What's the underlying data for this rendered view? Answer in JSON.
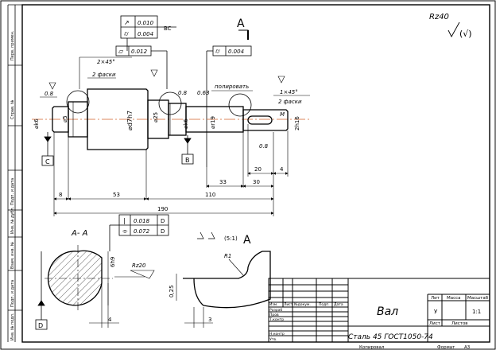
{
  "surface_finish": {
    "roughness": "Rz40",
    "bracket": "(√)"
  },
  "section_mark": {
    "letter": "A"
  },
  "tolerance_blocks": {
    "top": [
      {
        "symbol": "↗",
        "value": "0.010",
        "datum": "BC"
      },
      {
        "symbol": "⌭",
        "value": "0.004",
        "datum": ""
      }
    ],
    "flat": {
      "symbol": "▱",
      "value": "0.012"
    },
    "right": {
      "symbol": "⌭",
      "value": "0.004"
    },
    "section": [
      {
        "symbol": "|",
        "value": "0.018",
        "datum": "D"
      },
      {
        "symbol": "⌯",
        "value": "0.072",
        "datum": "D"
      }
    ]
  },
  "annotations": {
    "chamfer_left_1": "2×45°",
    "chamfer_left_2": "2 фаски",
    "chamfer_right_1": "1×45°",
    "chamfer_right_2": "2 фаски",
    "polish": "полировать",
    "rough_08_a": "0.8",
    "rough_08_b": "0.8",
    "rough_063": "0.63",
    "rough_08_c": "0.8",
    "thread": "M",
    "section_title": "A- A",
    "rz20": "Rz20",
    "r1": "R1",
    "scale_note": "(5:1)",
    "detail_dim_025": "0,25",
    "detail_dim_3": "3",
    "section_dim_4": "4",
    "section_dim_h9": "6h9"
  },
  "diameter_labels": {
    "left_shoulder": "⌀k6",
    "left_inner": "⌀5",
    "center": "⌀d7h7",
    "mid_left": "⌀25",
    "mid_right": "⌀k6",
    "right_part": "⌀r19",
    "right_end": "2h16"
  },
  "datums": {
    "c": "C",
    "b": "B",
    "d": "D"
  },
  "dimensions": {
    "d8": "8",
    "d53": "53",
    "d110": "110",
    "d190": "190",
    "d33": "33",
    "d30": "30",
    "d20": "20",
    "d4": "4"
  },
  "title_block": {
    "part_name": "Вал",
    "material": "Сталь 45 ГОСТ1050-74",
    "lit_header": "Лит",
    "mass_header": "Масса",
    "scale_header": "Масштаб",
    "lit_value": "У",
    "scale_value": "1:1",
    "sheet_label": "Лист",
    "sheets_label": "Листов",
    "col_izm": "Изм.",
    "col_list": "Лист",
    "col_doc": "№докум.",
    "col_sign": "Подп.",
    "col_date": "Дата",
    "row_razrab": "Разраб",
    "row_prov": "Пров",
    "row_tkontr": "Т.контр",
    "row_nkontr": "Н.контр",
    "row_utv": "Утв.",
    "copied": "Копировал",
    "format": "Формат",
    "format_value": "А3"
  },
  "side_stamps": {
    "s1": "Перв. примен.",
    "s2": "Справ. №",
    "s3": "Подп. и дата",
    "s4": "Инв. № дубл.",
    "s5": "Взам. инв. №",
    "s6": "Подп. и дата",
    "s7": "Инв. № подл."
  }
}
